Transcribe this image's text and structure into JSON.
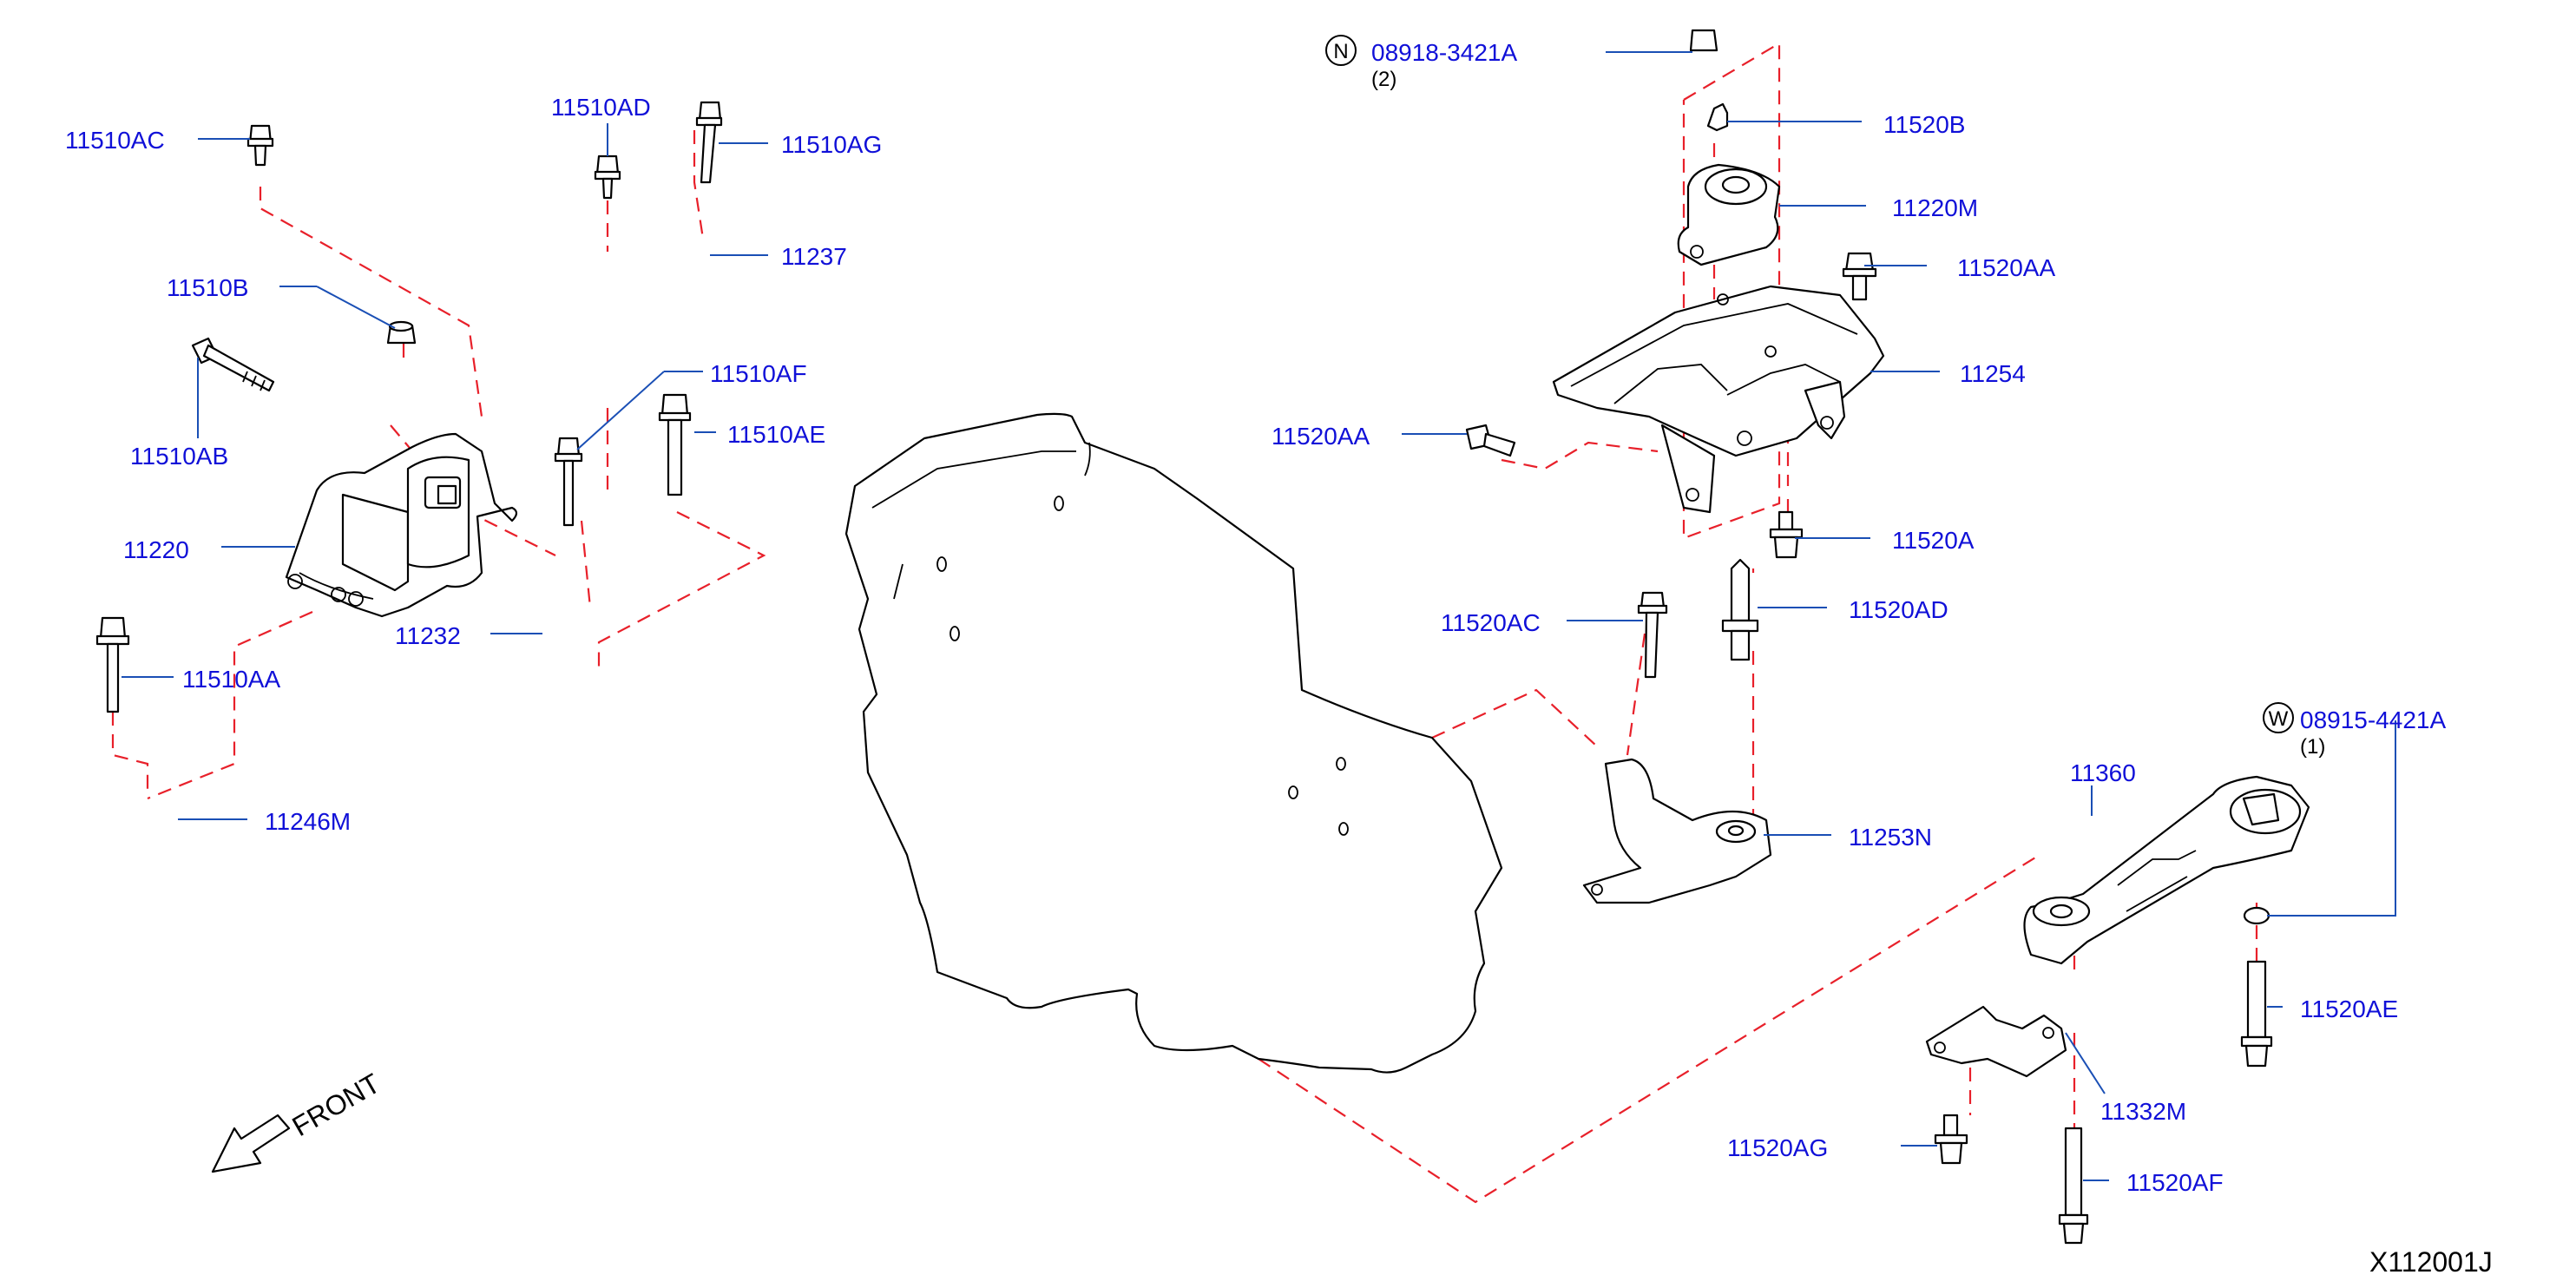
{
  "diagram": {
    "drawing_code": "X112001J",
    "front_label": "FRONT",
    "labels": [
      {
        "id": "11510AC",
        "text": "11510AC"
      },
      {
        "id": "11510AD",
        "text": "11510AD"
      },
      {
        "id": "11510AG",
        "text": "11510AG"
      },
      {
        "id": "11237",
        "text": "11237"
      },
      {
        "id": "11510B",
        "text": "11510B"
      },
      {
        "id": "11510AF",
        "text": "11510AF"
      },
      {
        "id": "11510AE",
        "text": "11510AE"
      },
      {
        "id": "11510AB",
        "text": "11510AB"
      },
      {
        "id": "11220",
        "text": "11220"
      },
      {
        "id": "11232",
        "text": "11232"
      },
      {
        "id": "11510AA",
        "text": "11510AA"
      },
      {
        "id": "11246M",
        "text": "11246M"
      },
      {
        "id": "08918-3421A",
        "text": "08918-3421A",
        "prefix": "N",
        "qty": "(2)"
      },
      {
        "id": "11520B",
        "text": "11520B"
      },
      {
        "id": "11220M",
        "text": "11220M"
      },
      {
        "id": "11520AA-top",
        "text": "11520AA"
      },
      {
        "id": "11254",
        "text": "11254"
      },
      {
        "id": "11520AA-left",
        "text": "11520AA"
      },
      {
        "id": "11520A",
        "text": "11520A"
      },
      {
        "id": "11520AC",
        "text": "11520AC"
      },
      {
        "id": "11520AD",
        "text": "11520AD"
      },
      {
        "id": "08915-4421A",
        "text": "08915-4421A",
        "prefix": "W",
        "qty": "(1)"
      },
      {
        "id": "11360",
        "text": "11360"
      },
      {
        "id": "11253N",
        "text": "11253N"
      },
      {
        "id": "11520AE",
        "text": "11520AE"
      },
      {
        "id": "11332M",
        "text": "11332M"
      },
      {
        "id": "11520AG",
        "text": "11520AG"
      },
      {
        "id": "11520AF",
        "text": "11520AF"
      }
    ]
  }
}
